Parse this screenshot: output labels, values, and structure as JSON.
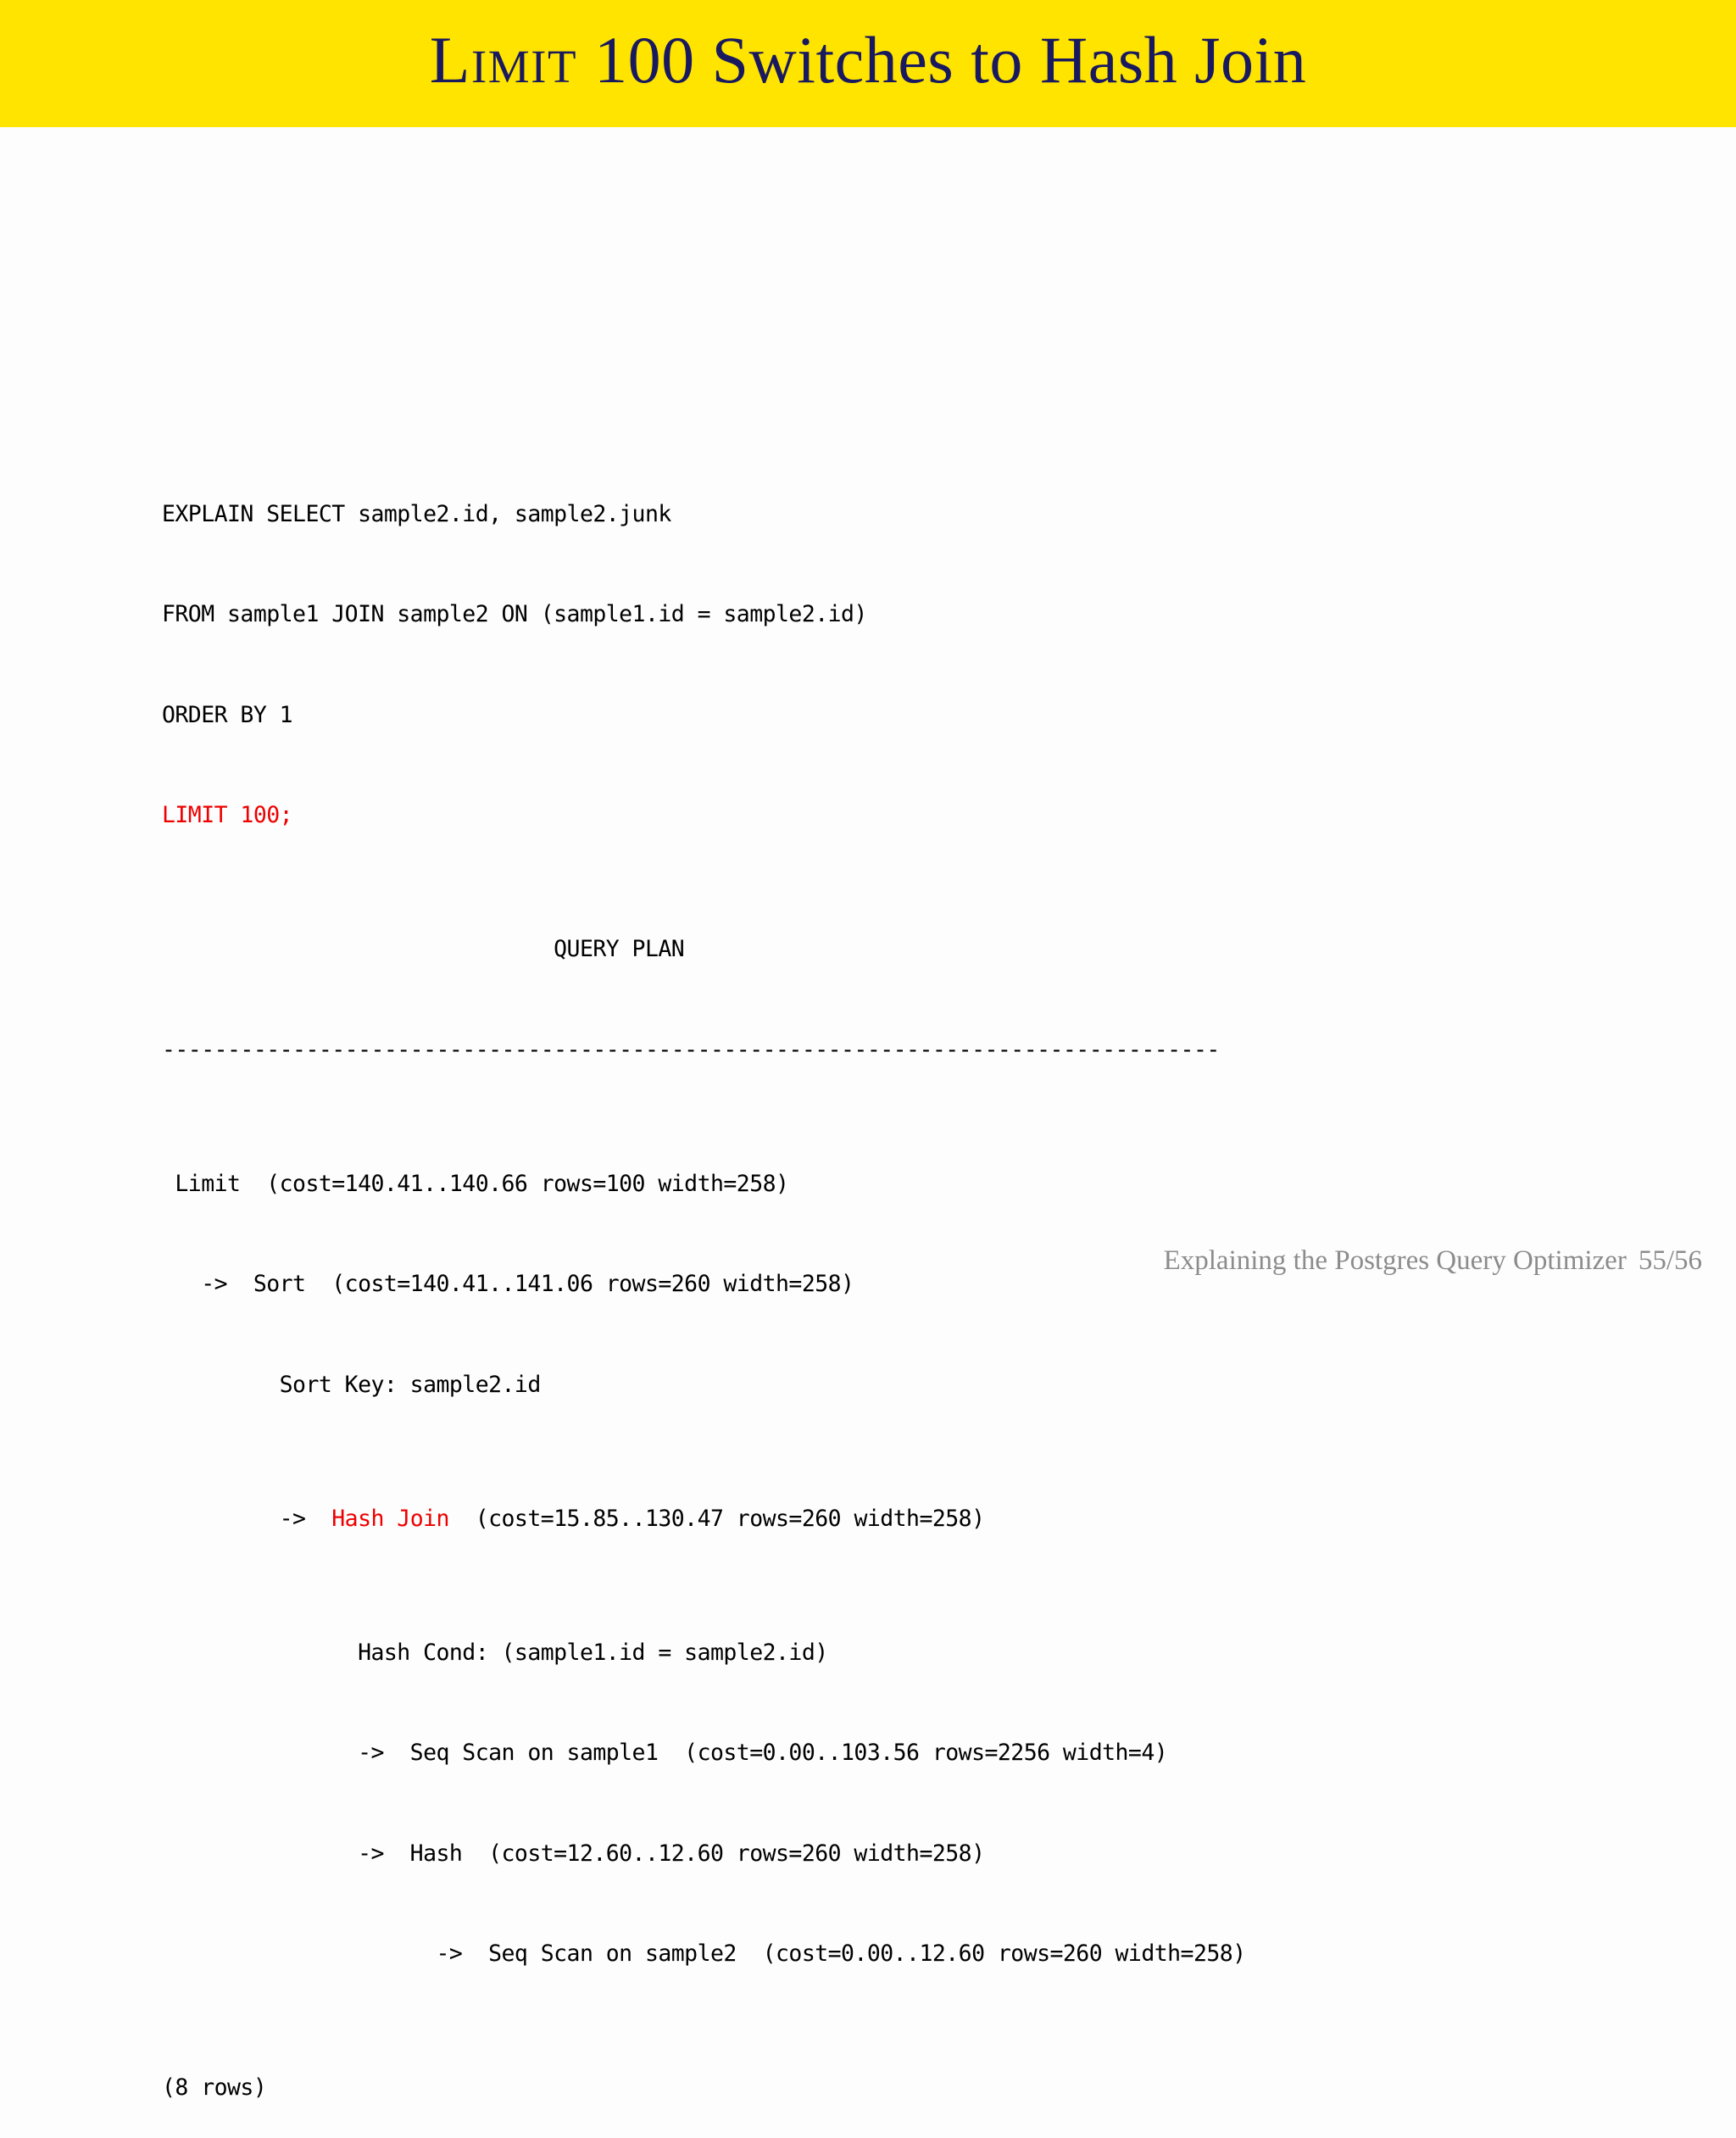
{
  "slide": {
    "title_prefix": "Limit",
    "title_rest": " 100 Switches to Hash Join",
    "banner_color": "#ffe400",
    "title_color": "#19195f",
    "highlight_color": "#ee0000"
  },
  "code": {
    "sql": [
      "EXPLAIN SELECT sample2.id, sample2.junk",
      "FROM sample1 JOIN sample2 ON (sample1.id = sample2.id)",
      "ORDER BY 1"
    ],
    "sql_highlighted": "LIMIT 100;",
    "plan_header": "                              QUERY PLAN",
    "plan_rule": "---------------------------------------------------------------------------------",
    "plan_line_1": " Limit  (cost=140.41..140.66 rows=100 width=258)",
    "plan_line_2": "   ->  Sort  (cost=140.41..141.06 rows=260 width=258)",
    "plan_line_3": "         Sort Key: sample2.id",
    "plan_line_4_indent": "         ->  ",
    "plan_line_4_highlight": "Hash Join",
    "plan_line_4_rest": "  (cost=15.85..130.47 rows=260 width=258)",
    "plan_line_5": "               Hash Cond: (sample1.id = sample2.id)",
    "plan_line_6": "               ->  Seq Scan on sample1  (cost=0.00..103.56 rows=2256 width=4)",
    "plan_line_7": "               ->  Hash  (cost=12.60..12.60 rows=260 width=258)",
    "plan_line_8": "                     ->  Seq Scan on sample2  (cost=0.00..12.60 rows=260 width=258)",
    "row_count": "(8 rows)"
  },
  "footer": {
    "text": "Explaining the Postgres Query Optimizer",
    "page": "55/56"
  }
}
